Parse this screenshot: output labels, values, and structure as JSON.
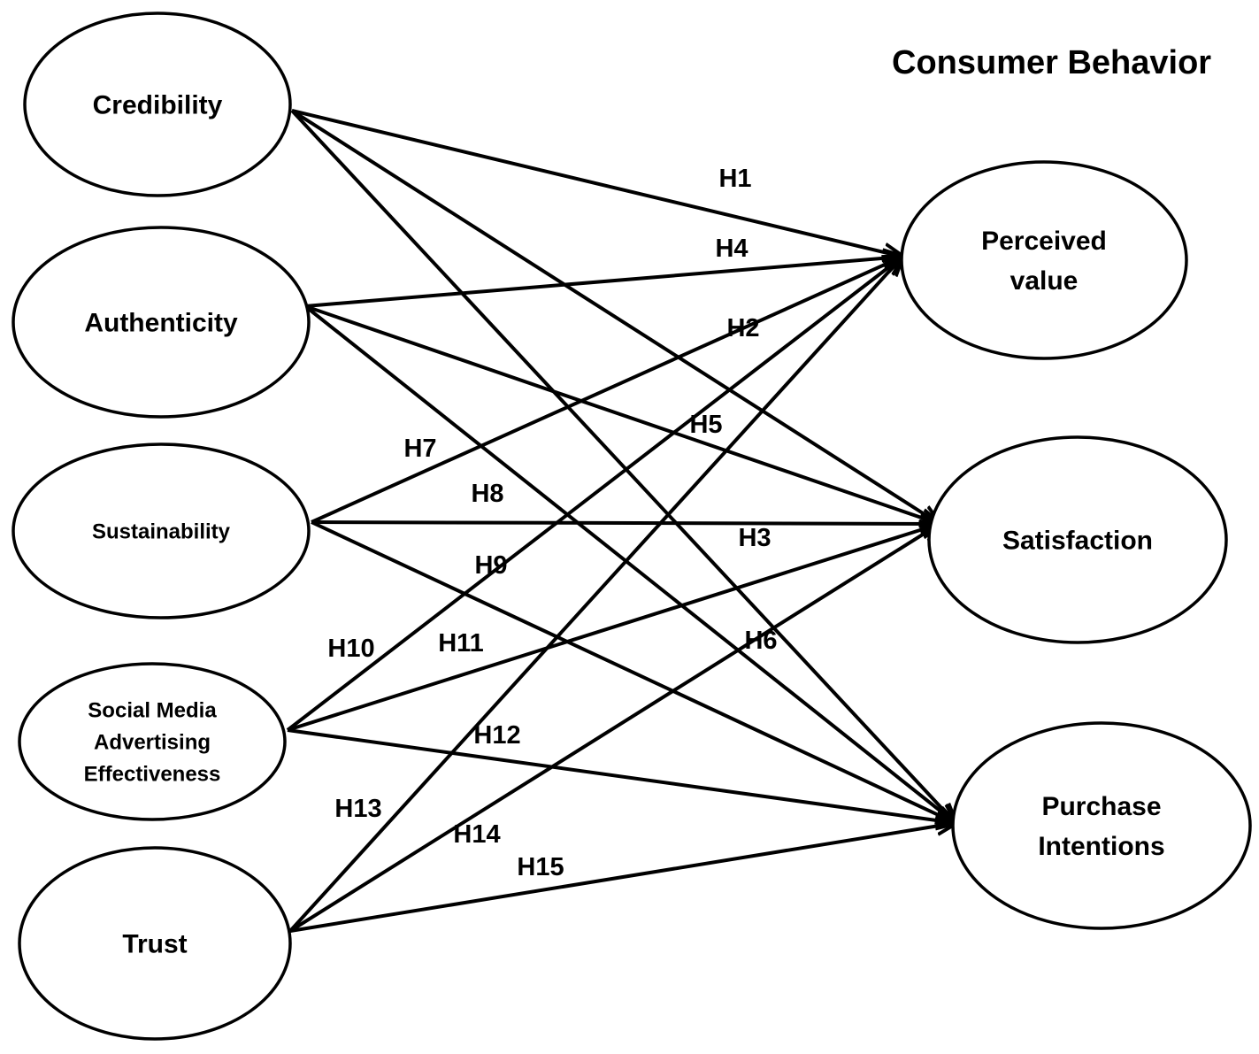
{
  "title": "Consumer Behavior",
  "nodes": {
    "credibility": {
      "lines": [
        "Credibility"
      ]
    },
    "authenticity": {
      "lines": [
        "Authenticity"
      ]
    },
    "sustainability": {
      "lines": [
        "Sustainability"
      ]
    },
    "smae": {
      "lines": [
        "Social Media",
        "Advertising",
        "Effectiveness"
      ]
    },
    "trust": {
      "lines": [
        "Trust"
      ]
    },
    "perceived_value": {
      "lines": [
        "Perceived",
        "value"
      ]
    },
    "satisfaction": {
      "lines": [
        "Satisfaction"
      ]
    },
    "purchase_intentions": {
      "lines": [
        "Purchase",
        "Intentions"
      ]
    }
  },
  "hypotheses": [
    {
      "id": "H1",
      "from": "credibility",
      "to": "perceived_value"
    },
    {
      "id": "H2",
      "from": "credibility",
      "to": "satisfaction"
    },
    {
      "id": "H3",
      "from": "credibility",
      "to": "purchase_intentions"
    },
    {
      "id": "H4",
      "from": "authenticity",
      "to": "perceived_value"
    },
    {
      "id": "H5",
      "from": "authenticity",
      "to": "satisfaction"
    },
    {
      "id": "H6",
      "from": "authenticity",
      "to": "purchase_intentions"
    },
    {
      "id": "H7",
      "from": "sustainability",
      "to": "perceived_value"
    },
    {
      "id": "H8",
      "from": "sustainability",
      "to": "satisfaction"
    },
    {
      "id": "H9",
      "from": "sustainability",
      "to": "purchase_intentions"
    },
    {
      "id": "H10",
      "from": "smae",
      "to": "perceived_value"
    },
    {
      "id": "H11",
      "from": "smae",
      "to": "satisfaction"
    },
    {
      "id": "H12",
      "from": "smae",
      "to": "purchase_intentions"
    },
    {
      "id": "H13",
      "from": "trust",
      "to": "perceived_value"
    },
    {
      "id": "H14",
      "from": "trust",
      "to": "satisfaction"
    },
    {
      "id": "H15",
      "from": "trust",
      "to": "purchase_intentions"
    }
  ]
}
